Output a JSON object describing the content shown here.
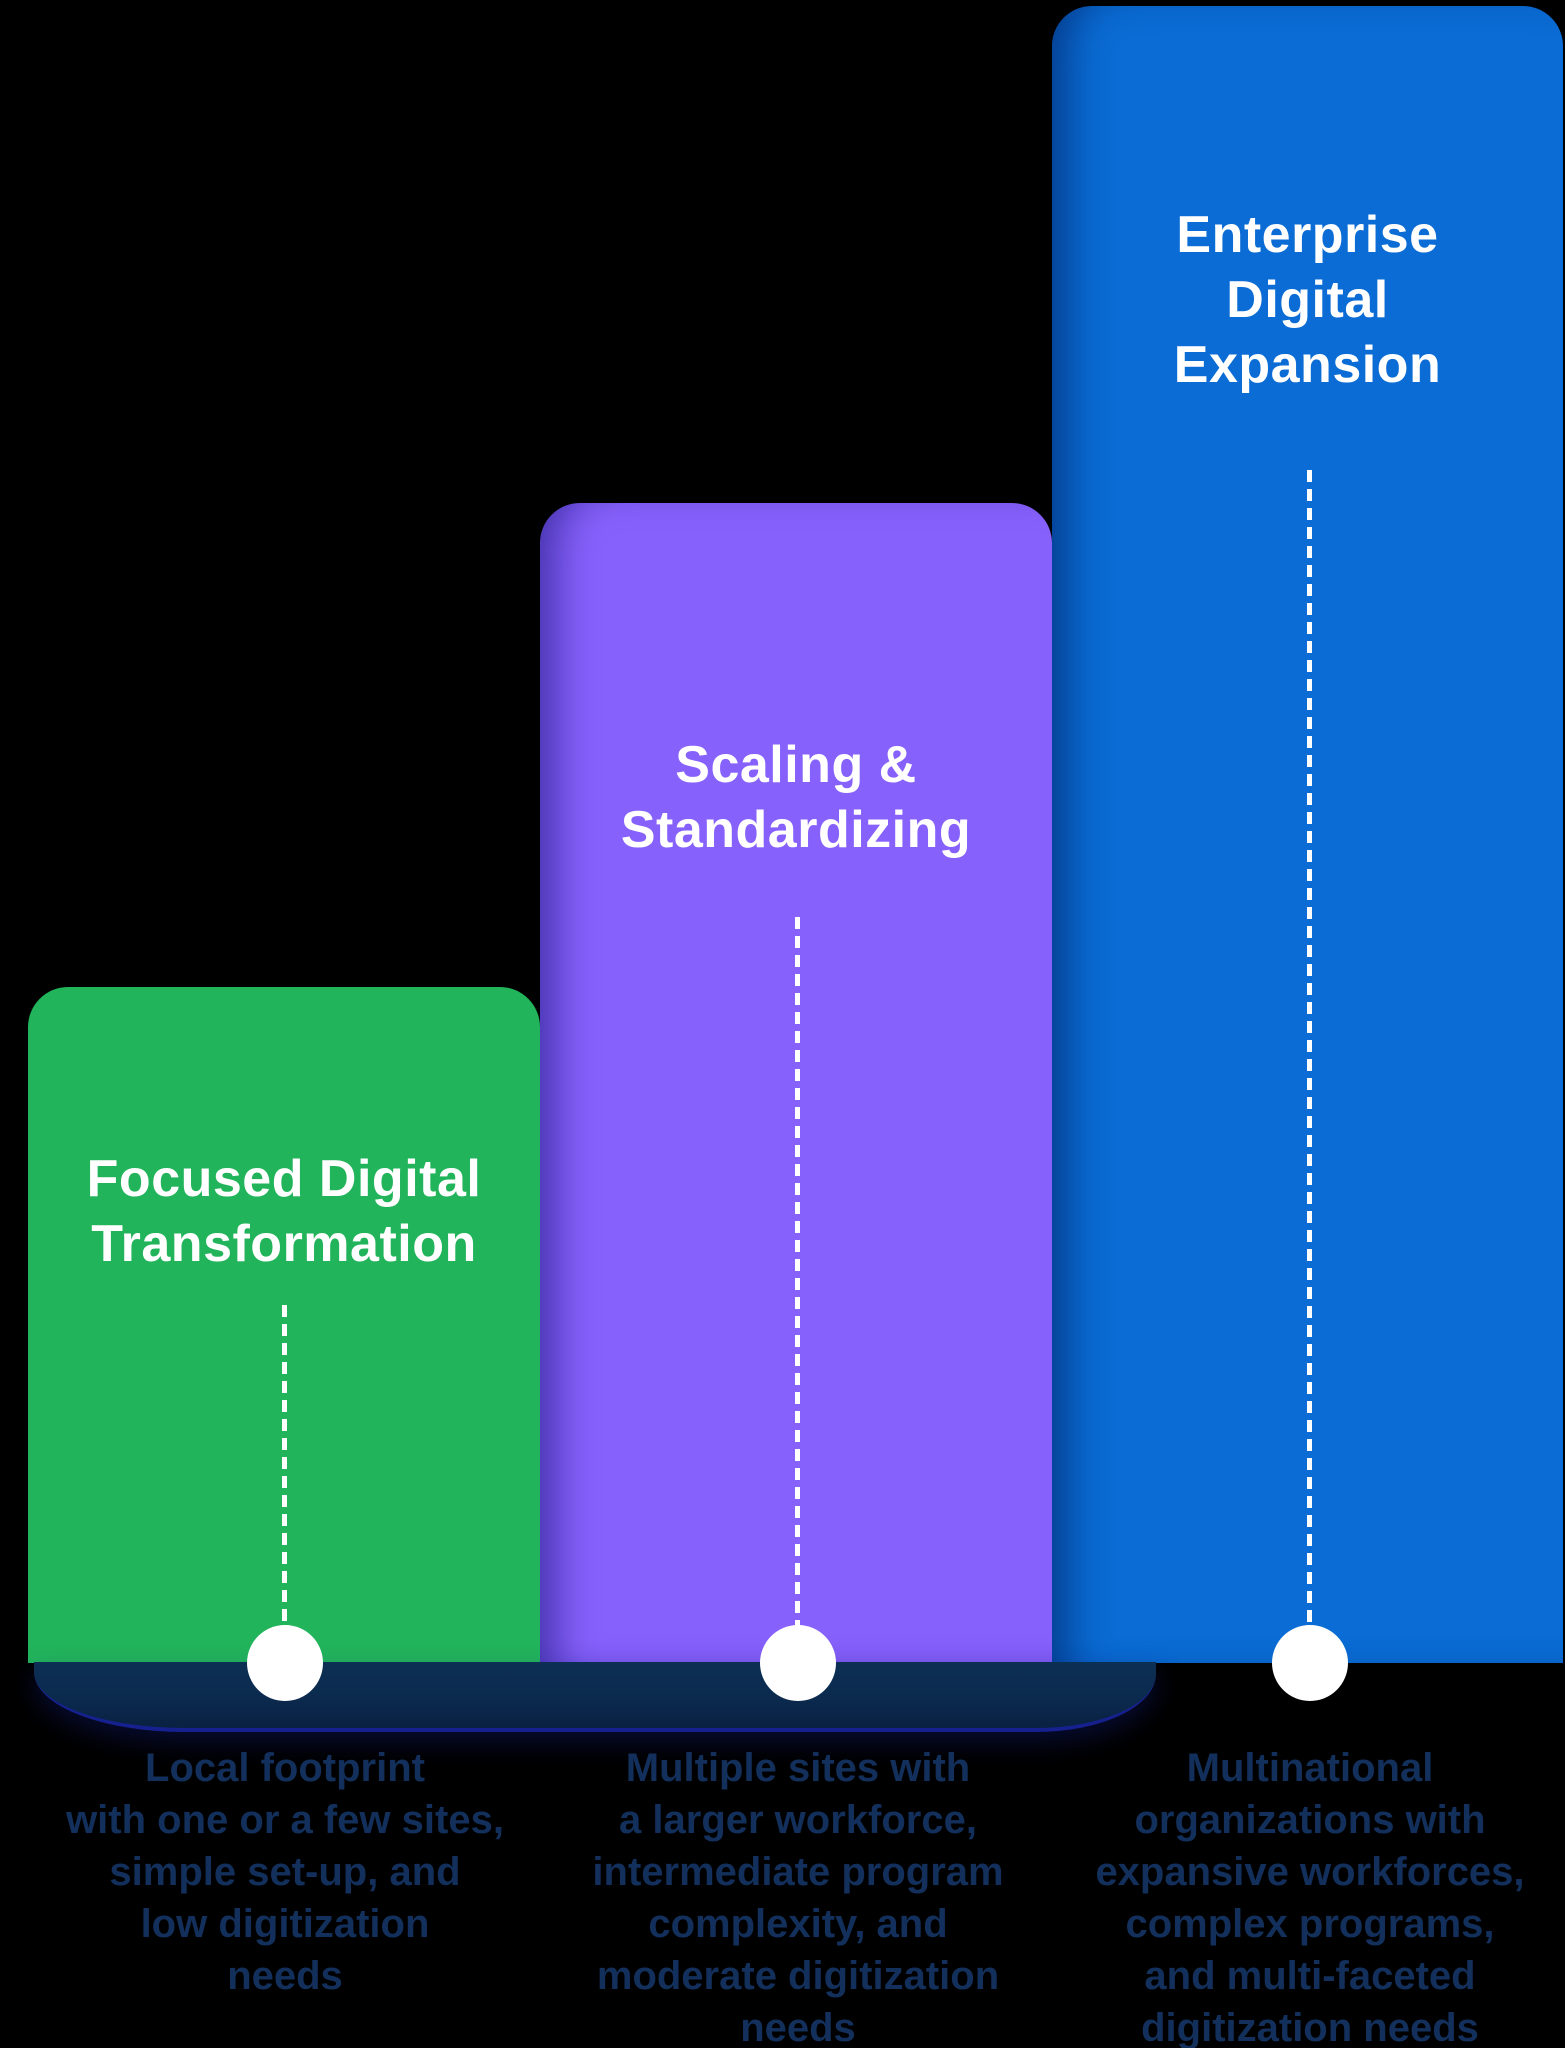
{
  "colors": {
    "background": "#000000",
    "title_text": "#FFFFFF",
    "description_text": "#13305C",
    "connector_line": "#FFFFFF",
    "milestone_dot": "#FFFFFF",
    "shadow_band_top": "#0C2F54",
    "shadow_band_bottom": "#092142",
    "shadow_band_edge": "#16218F",
    "bar_green": "#22B45B",
    "bar_purple": "#8761FB",
    "bar_blue": "#0A6CD4"
  },
  "columns": [
    {
      "name": "focused-digital-transformation",
      "bar_color": "#22B45B",
      "title_lines": [
        "Focused Digital",
        "Transformation"
      ],
      "description_lines": [
        "Local footprint",
        "with one or a few sites,",
        "simple set-up, and",
        "low  digitization",
        "needs"
      ]
    },
    {
      "name": "scaling-standardizing",
      "bar_color": "#8761FB",
      "title_lines": [
        "Scaling &",
        "Standardizing"
      ],
      "description_lines": [
        "Multiple sites with",
        "a larger workforce,",
        "intermediate program",
        "complexity, and",
        "moderate digitization",
        "needs"
      ]
    },
    {
      "name": "enterprise-digital-expansion",
      "bar_color": "#0A6CD4",
      "title_lines": [
        "Enterprise",
        "Digital",
        "Expansion"
      ],
      "description_lines": [
        "Multinational",
        "organizations with",
        "expansive workforces,",
        "complex programs,",
        "and multi-faceted",
        "digitization needs"
      ]
    }
  ]
}
